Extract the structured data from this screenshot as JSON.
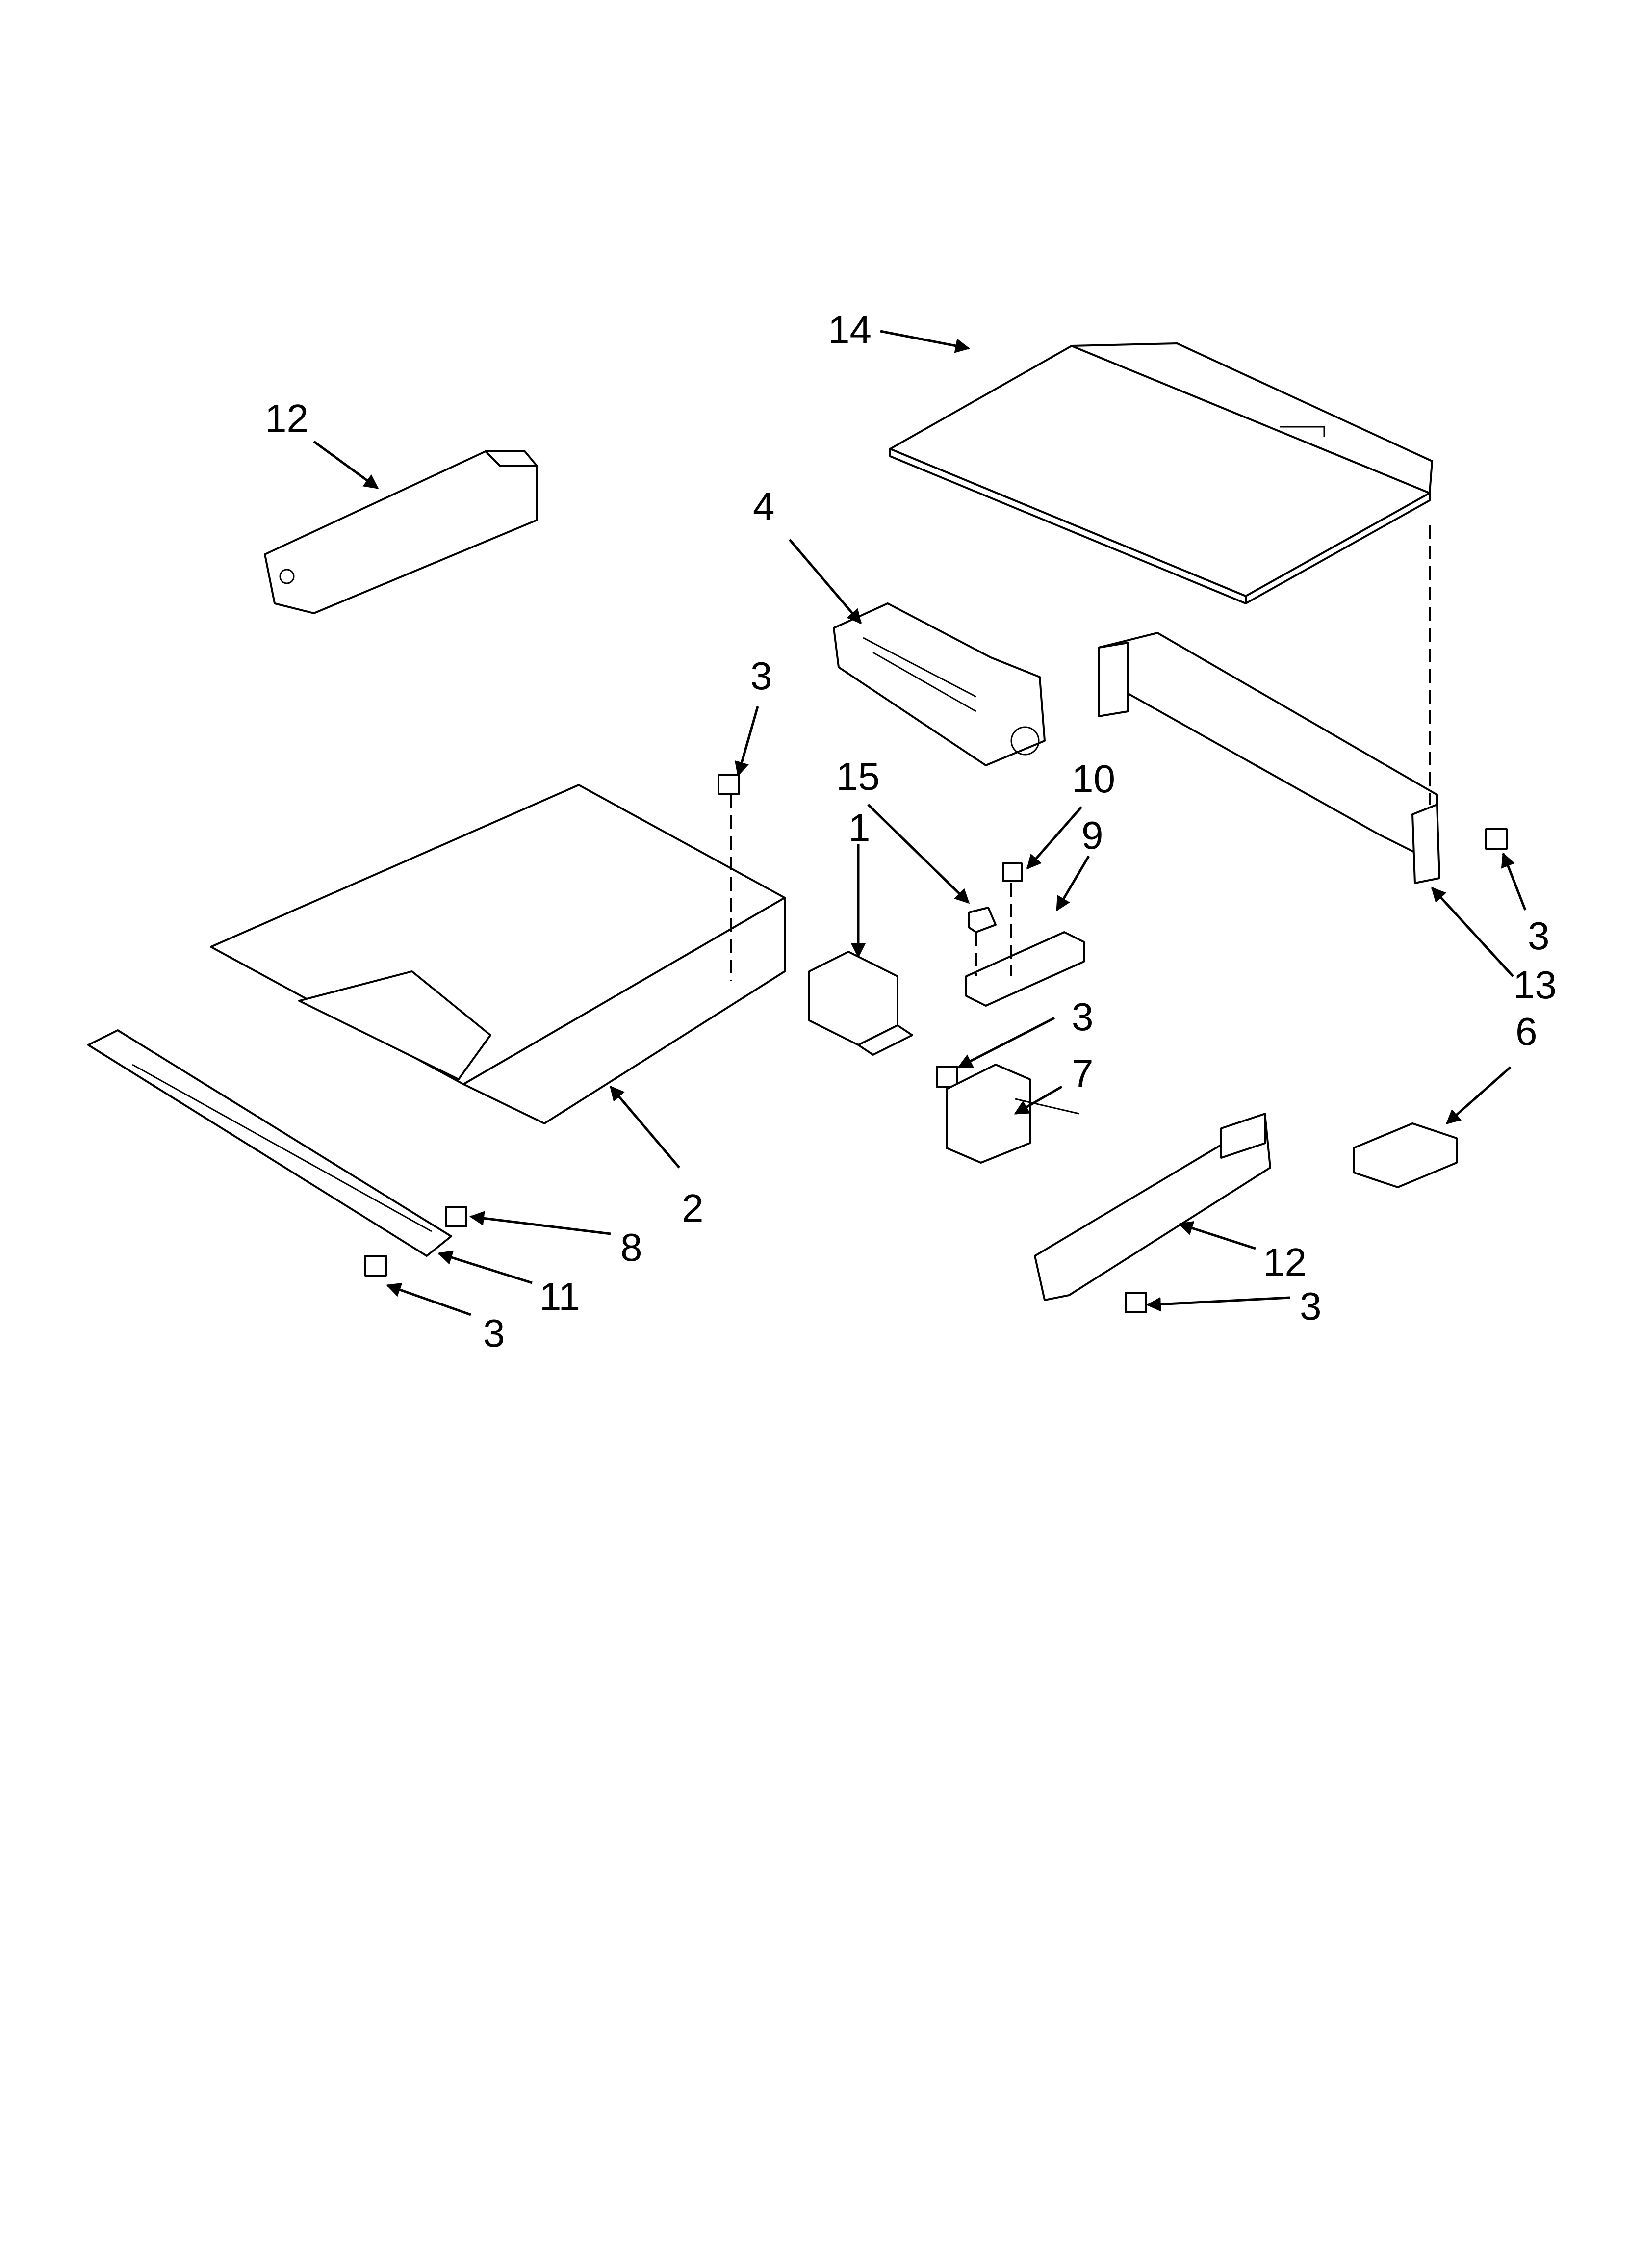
{
  "callouts": {
    "c14": "14",
    "c12_top": "12",
    "c4": "4",
    "c3_a": "3",
    "c15": "15",
    "c10": "10",
    "c1": "1",
    "c9": "9",
    "c3_b": "3",
    "c13": "13",
    "c6": "6",
    "c3_c": "3",
    "c7": "7",
    "c2": "2",
    "c8": "8",
    "c11": "11",
    "c3_d": "3",
    "c12_bottom": "12",
    "c3_e": "3"
  }
}
